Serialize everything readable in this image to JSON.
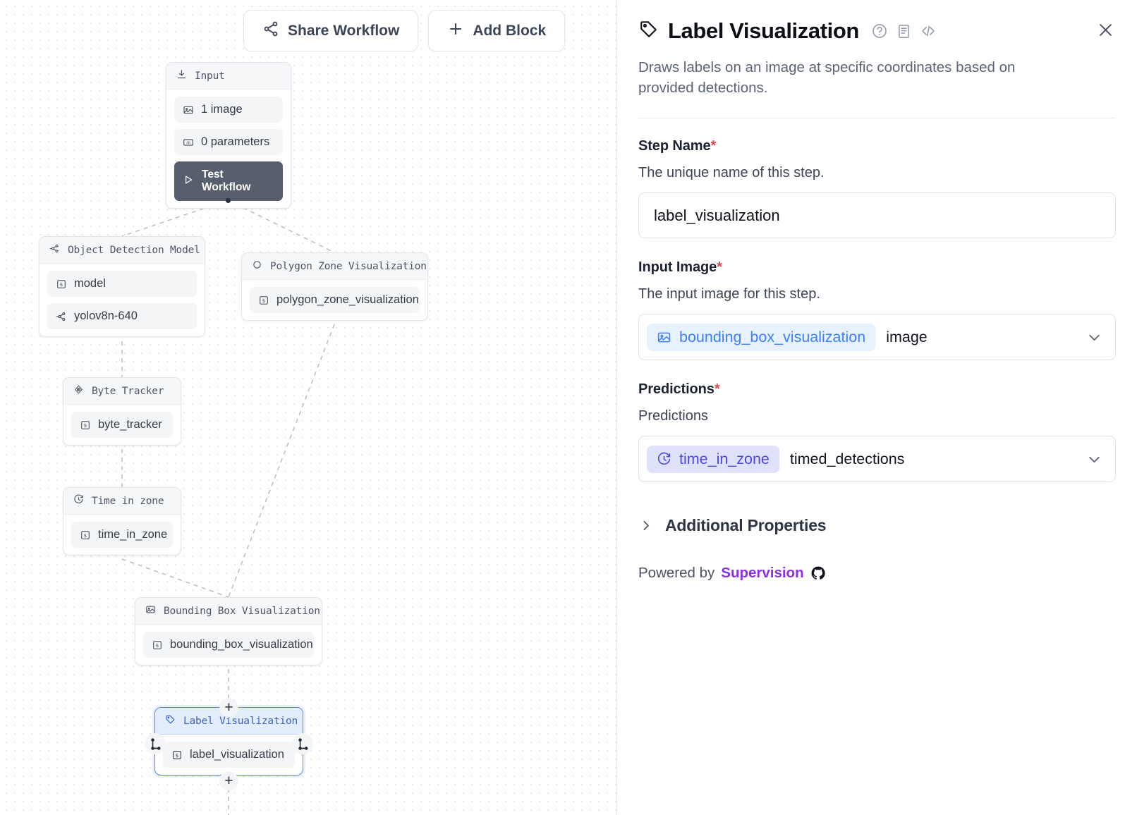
{
  "toolbar": {
    "share_label": "Share Workflow",
    "share_icon": "share-nodes-icon",
    "add_label": "Add Block",
    "add_icon": "plus-icon"
  },
  "canvas": {
    "nodes": [
      {
        "id": "input",
        "title": "Input",
        "icon": "download-icon",
        "rows": [
          {
            "label": "1 image",
            "icon": "image-icon"
          },
          {
            "label": "0 parameters",
            "icon": "parameter-icon"
          }
        ],
        "button": {
          "label": "Test Workflow",
          "icon": "play-icon"
        }
      },
      {
        "id": "object-detection-model",
        "title": "Object Detection Model",
        "icon": "model-graph-icon",
        "rows": [
          {
            "label": "model",
            "icon": "variable-icon"
          },
          {
            "label": "yolov8n-640",
            "icon": "model-graph-icon"
          }
        ]
      },
      {
        "id": "polygon-zone-visualization",
        "title": "Polygon Zone Visualization",
        "icon": "circle-icon",
        "rows": [
          {
            "label": "polygon_zone_visualization",
            "icon": "variable-icon"
          }
        ]
      },
      {
        "id": "byte-tracker",
        "title": "Byte Tracker",
        "icon": "target-icon",
        "rows": [
          {
            "label": "byte_tracker",
            "icon": "variable-icon"
          }
        ]
      },
      {
        "id": "time-in-zone",
        "title": "Time in zone",
        "icon": "stopwatch-icon",
        "rows": [
          {
            "label": "time_in_zone",
            "icon": "variable-icon"
          }
        ]
      },
      {
        "id": "bounding-box-visualization",
        "title": "Bounding Box Visualization",
        "icon": "image-icon",
        "rows": [
          {
            "label": "bounding_box_visualization",
            "icon": "variable-icon"
          }
        ]
      },
      {
        "id": "label-visualization",
        "title": "Label Visualization",
        "icon": "tag-icon",
        "selected": true,
        "rows": [
          {
            "label": "label_visualization",
            "icon": "variable-icon"
          }
        ]
      }
    ],
    "handles": {
      "plus": "+"
    }
  },
  "panel": {
    "title": "Label Visualization",
    "title_icon": "tag-icon",
    "header_icons": [
      "help-circle-icon",
      "docs-book-icon",
      "code-brackets-icon"
    ],
    "close_icon": "close-icon",
    "description": "Draws labels on an image at specific coordinates based on provided detections.",
    "fields": [
      {
        "id": "step-name",
        "label": "Step Name",
        "required": "*",
        "help": "The unique name of this step.",
        "value": "label_visualization"
      },
      {
        "id": "input-image",
        "label": "Input Image",
        "required": "*",
        "help": "The input image for this step.",
        "chip": "bounding_box_visualization",
        "chip_icon": "image-icon",
        "chip_style": "blue",
        "value": "image"
      },
      {
        "id": "predictions",
        "label": "Predictions",
        "required": "*",
        "help": "Predictions",
        "chip": "time_in_zone",
        "chip_icon": "stopwatch-icon",
        "chip_style": "indigo",
        "value": "timed_detections"
      }
    ],
    "accordion": {
      "label": "Additional Properties",
      "icon": "chevron-right-icon"
    },
    "footer": {
      "prefix": "Powered by",
      "brand": "Supervision",
      "brand_color": "#8b2fe8",
      "icon": "github-icon"
    }
  }
}
